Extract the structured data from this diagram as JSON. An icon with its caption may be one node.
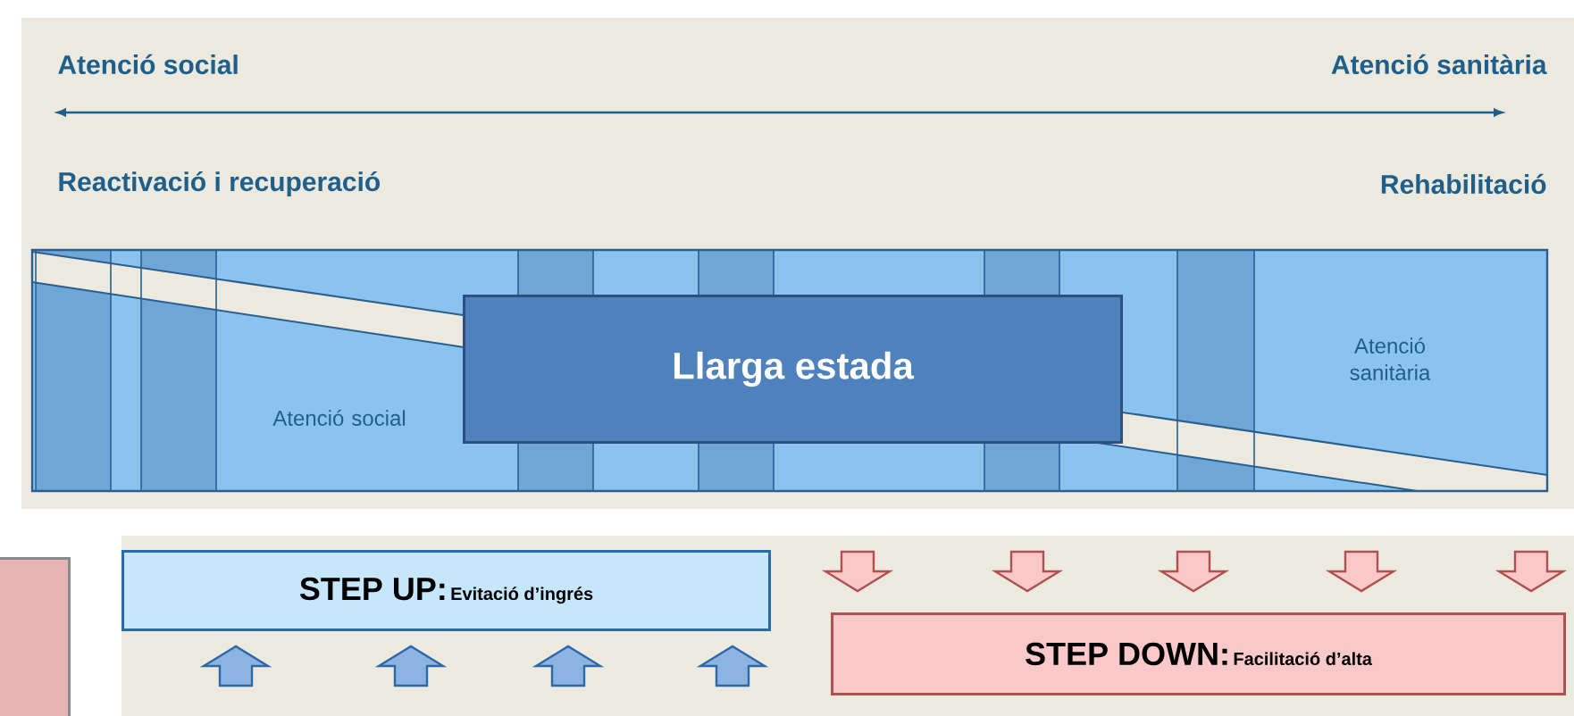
{
  "diagram": {
    "nodes": [
      {
        "text": [
          "Llarga estada"
        ]
      },
      {
        "text": [
          "STEP UP:",
          "Evitació d’ingrés"
        ]
      },
      {
        "text": [
          "STEP DOWN:",
          "Facilitació d’alta"
        ]
      },
      {
        "text": [],
        "shape": "box"
      }
    ],
    "labels": [
      "Atenció social",
      "Atenció sanitària",
      "Reactivació i recuperació",
      "Rehabilitació",
      "Atenció social",
      "Atenció sanitària"
    ]
  }
}
